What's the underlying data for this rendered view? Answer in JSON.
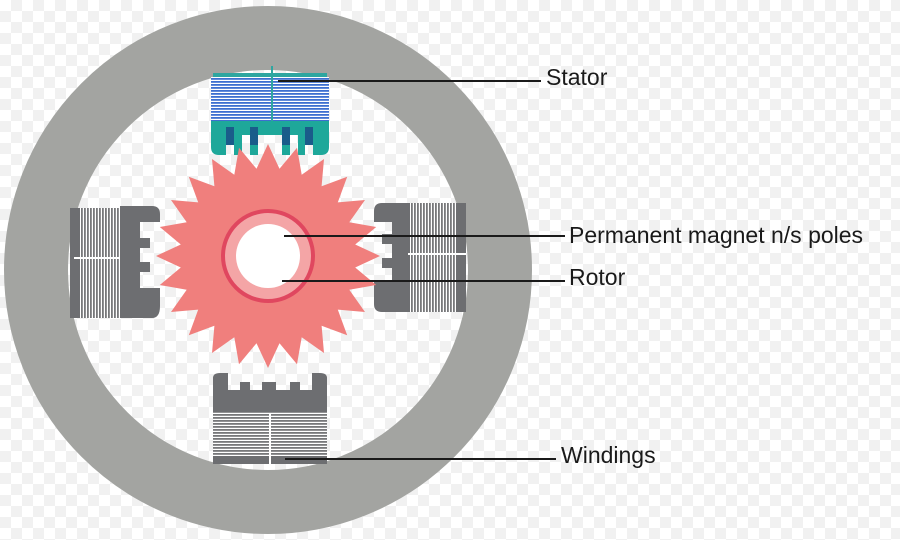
{
  "labels": {
    "stator": "Stator",
    "magnet_poles": "Permanent magnet n/s poles",
    "rotor": "Rotor",
    "windings": "Windings"
  },
  "colors": {
    "stator_ring": "#a3a4a1",
    "rotor": "#f07f7d",
    "magnet_ring": "#e0475f",
    "energized_winding": "#3d6fd0",
    "energized_pole": "#1ea89a",
    "pole_gray": "#6d6e71"
  }
}
